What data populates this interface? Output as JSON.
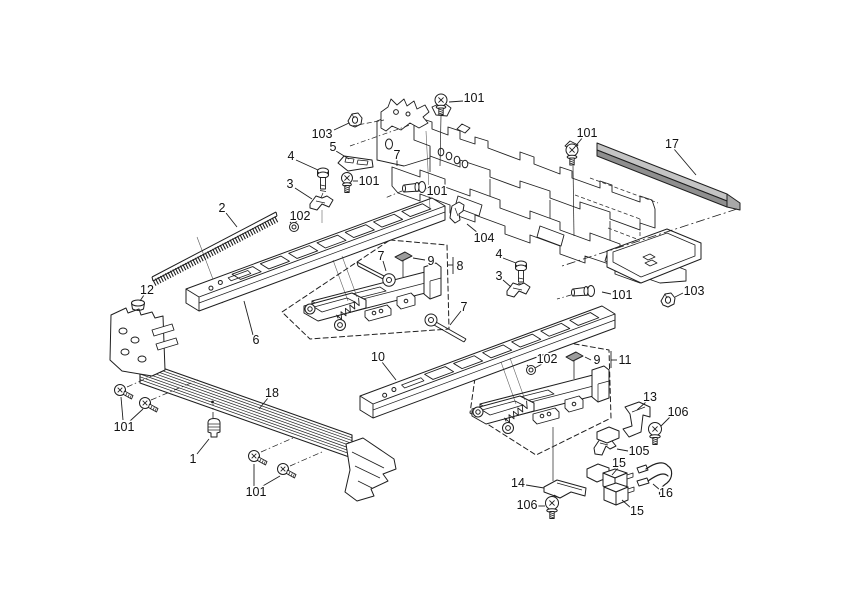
{
  "figure": {
    "kind": "exploded-parts-diagram",
    "description": "Exploded isometric parts diagram of a scanner frame assembly with numbered callouts",
    "background_color": "#ffffff",
    "line_color": "#1f1f1f",
    "shade_color": "#9c9c9c"
  },
  "callouts": [
    {
      "id": "101-a",
      "label": "101"
    },
    {
      "id": "103-a",
      "label": "103"
    },
    {
      "id": "5",
      "label": "5"
    },
    {
      "id": "7-a",
      "label": "7"
    },
    {
      "id": "4-a",
      "label": "4"
    },
    {
      "id": "101-b",
      "label": "101"
    },
    {
      "id": "3-a",
      "label": "3"
    },
    {
      "id": "101-c",
      "label": "101"
    },
    {
      "id": "102-a",
      "label": "102"
    },
    {
      "id": "2",
      "label": "2"
    },
    {
      "id": "101-d",
      "label": "101"
    },
    {
      "id": "17",
      "label": "17"
    },
    {
      "id": "104",
      "label": "104"
    },
    {
      "id": "12",
      "label": "12"
    },
    {
      "id": "7-b",
      "label": "7"
    },
    {
      "id": "9-a",
      "label": "9"
    },
    {
      "id": "8",
      "label": "8"
    },
    {
      "id": "4-b",
      "label": "4"
    },
    {
      "id": "3-b",
      "label": "3"
    },
    {
      "id": "101-e",
      "label": "101"
    },
    {
      "id": "103-b",
      "label": "103"
    },
    {
      "id": "6",
      "label": "6"
    },
    {
      "id": "10",
      "label": "10"
    },
    {
      "id": "7-c",
      "label": "7"
    },
    {
      "id": "102-b",
      "label": "102"
    },
    {
      "id": "9-b",
      "label": "9"
    },
    {
      "id": "11",
      "label": "11"
    },
    {
      "id": "18",
      "label": "18"
    },
    {
      "id": "101-f",
      "label": "101"
    },
    {
      "id": "1",
      "label": "1"
    },
    {
      "id": "101-g",
      "label": "101"
    },
    {
      "id": "13",
      "label": "13"
    },
    {
      "id": "106-a",
      "label": "106"
    },
    {
      "id": "105",
      "label": "105"
    },
    {
      "id": "15-a",
      "label": "15"
    },
    {
      "id": "16",
      "label": "16"
    },
    {
      "id": "14",
      "label": "14"
    },
    {
      "id": "106-b",
      "label": "106"
    },
    {
      "id": "15-b",
      "label": "15"
    }
  ],
  "bom": {
    "parts_shown": [
      "1",
      "2",
      "3",
      "4",
      "5",
      "6",
      "7",
      "8",
      "9",
      "10",
      "11",
      "12",
      "13",
      "14",
      "15",
      "16",
      "17",
      "18",
      "101",
      "102",
      "103",
      "104",
      "105",
      "106"
    ],
    "callout_counts": {
      "1": 1,
      "2": 1,
      "3": 2,
      "4": 2,
      "5": 1,
      "6": 1,
      "7": 3,
      "8": 1,
      "9": 2,
      "10": 1,
      "11": 1,
      "12": 1,
      "13": 1,
      "14": 1,
      "15": 2,
      "16": 1,
      "17": 1,
      "18": 1,
      "101": 7,
      "102": 2,
      "103": 2,
      "104": 1,
      "105": 1,
      "106": 2
    }
  }
}
